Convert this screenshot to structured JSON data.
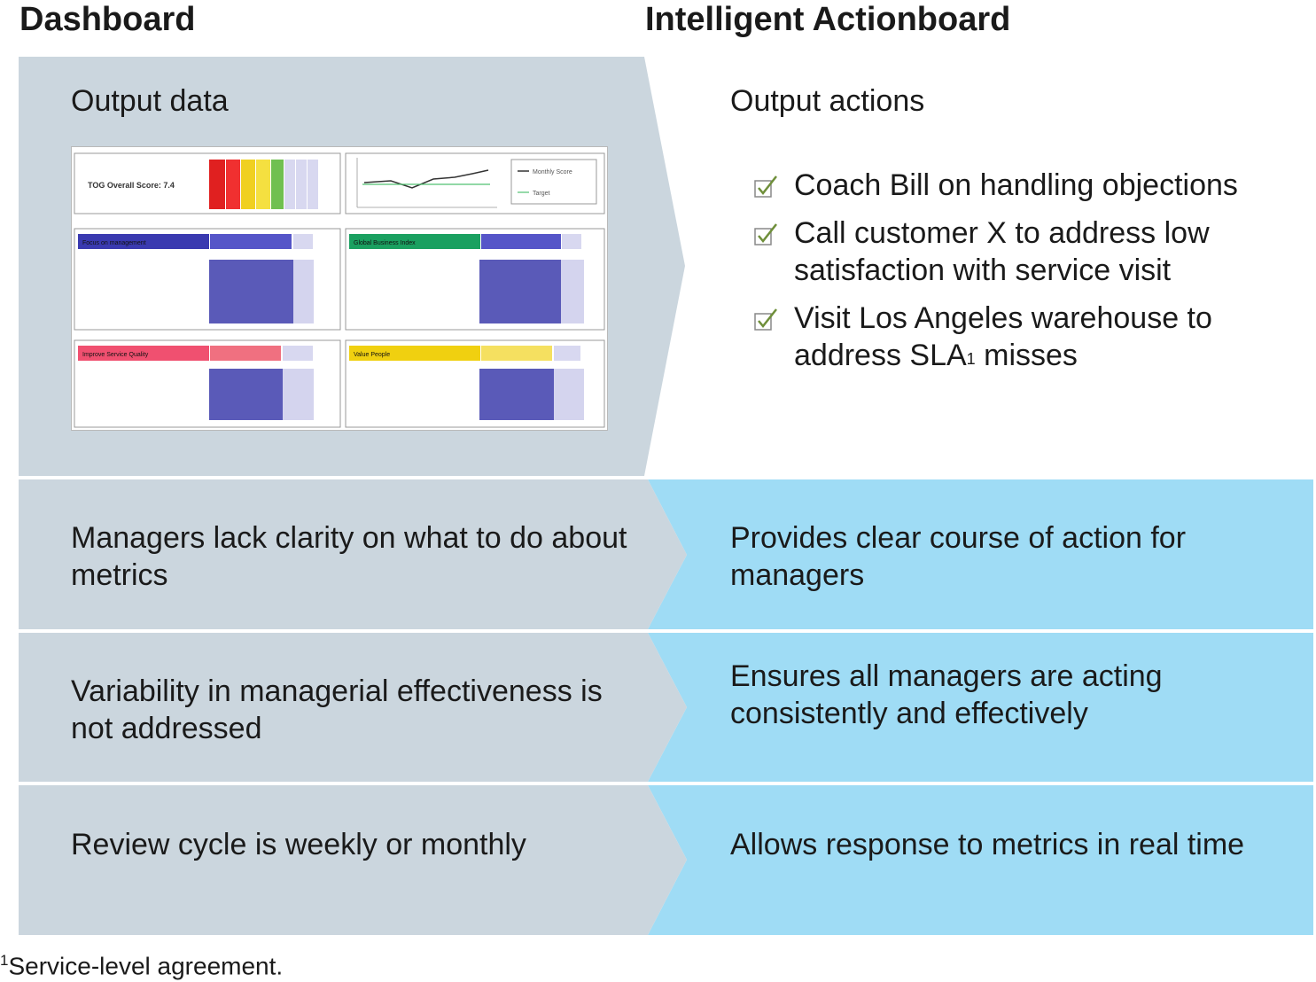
{
  "headers": {
    "left": "Dashboard",
    "right": "Intelligent Actionboard"
  },
  "top_row": {
    "left_label": "Output data",
    "right_label": "Output actions",
    "actions": [
      {
        "text": "Coach Bill on handling objections"
      },
      {
        "text": "Call customer X to address low satisfaction with service visit"
      },
      {
        "text_before": "Visit Los Angeles warehouse to address SLA",
        "superscript": "1",
        "text_after": " misses"
      }
    ],
    "mini_dashboard": {
      "score_label": "TOG Overall Score: 7.4",
      "legend": [
        "Monthly Score",
        "Target"
      ],
      "panels": [
        "Focus on management",
        "Global Business Index",
        "Improve Service Quality",
        "Value People"
      ]
    }
  },
  "rows": [
    {
      "left": "Managers lack clarity on what to do about metrics",
      "right": "Provides clear course of action for managers"
    },
    {
      "left": "Variability in managerial effectiveness is not addressed",
      "right": "Ensures all managers are acting consistently and effectively"
    },
    {
      "left": "Review cycle is weekly or monthly",
      "right": "Allows response to metrics in real time"
    }
  ],
  "footnote": {
    "marker": "1",
    "text": "Service-level agreement."
  },
  "colors": {
    "dashboard_bg": "#cbd6de",
    "actionboard_bg": "#9fdcf5",
    "check": "#6f8f3a"
  }
}
